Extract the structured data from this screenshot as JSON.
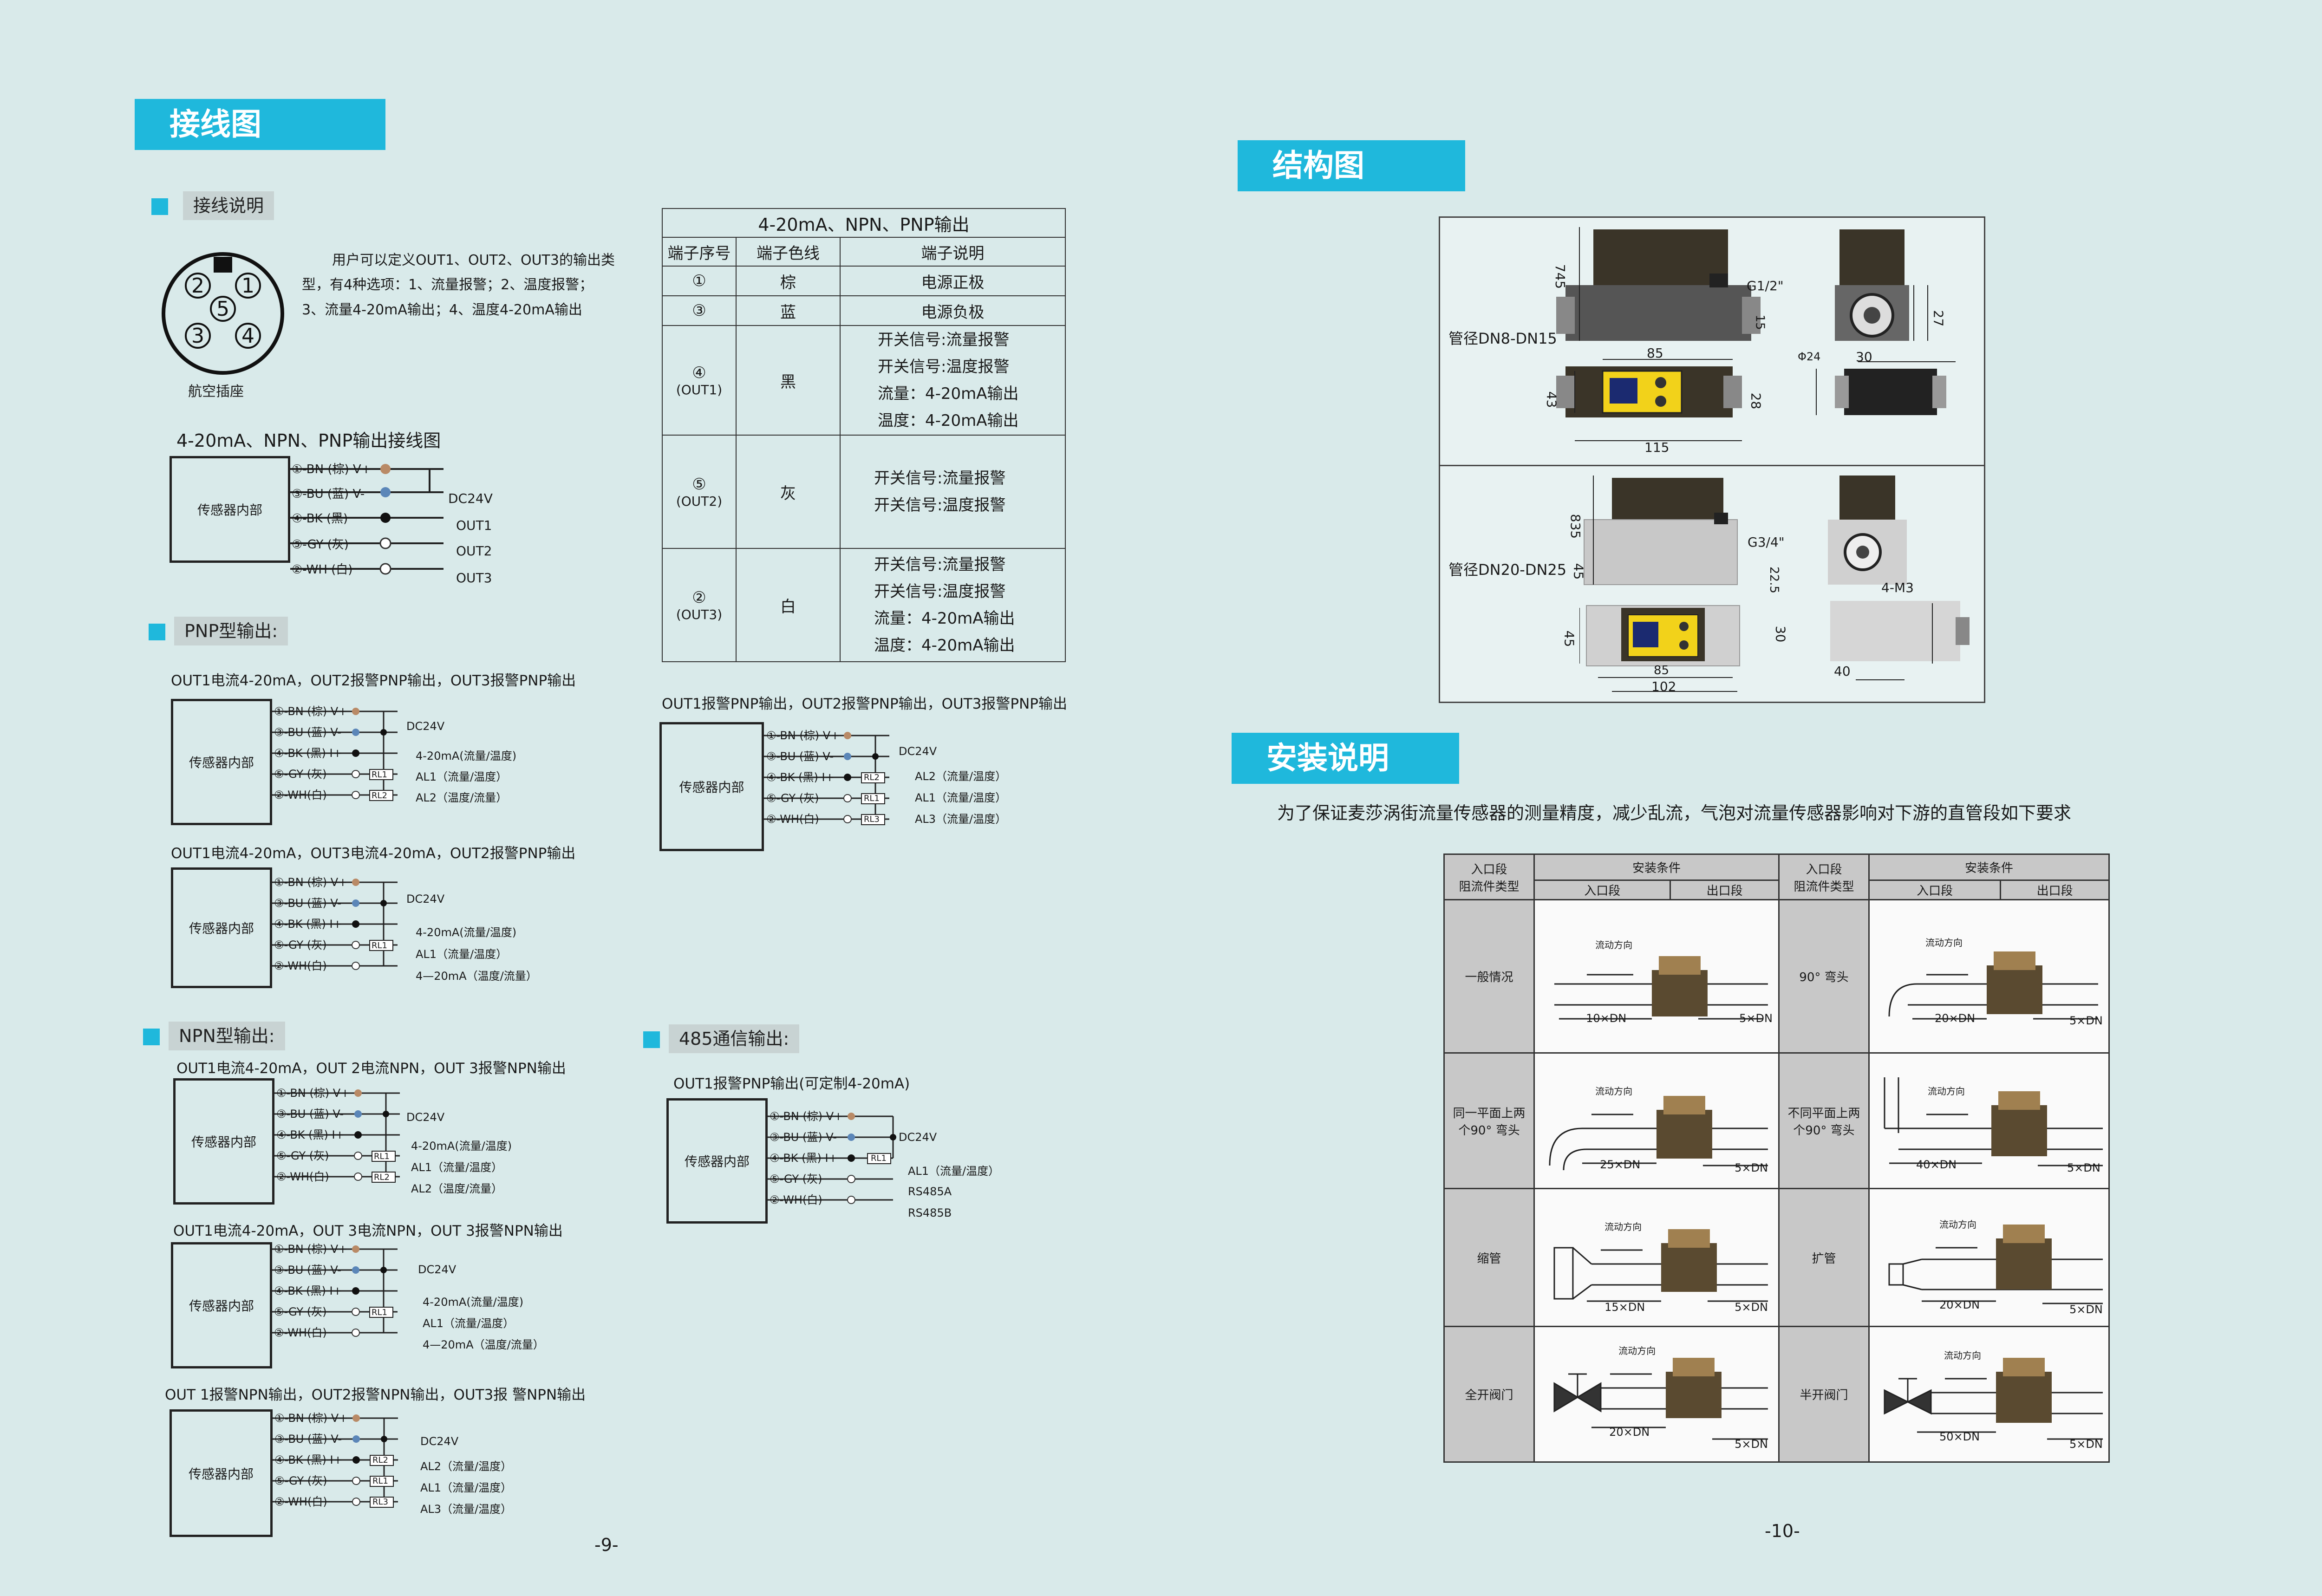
{
  "left": {
    "banner": "接线图",
    "wiring_desc": {
      "label": "接线说明",
      "text": [
        "用户可以定义OUT1、OUT2、OUT3的输出类",
        "型，有4种选项：1、流量报警；2、温度报警；",
        "3、流量4-20mA输出；4、温度4-20mA输出"
      ],
      "connector_label": "航空插座",
      "pins": [
        "①",
        "②",
        "③",
        "④",
        "⑤"
      ]
    },
    "main_diagram": {
      "title": "4-20mA、NPN、PNP输出接线图",
      "box": "传感器内部",
      "wires": [
        "①-BN (棕) V+",
        "③-BU (蓝) V-",
        "④-BK (黑)",
        "⑤-GY (灰)",
        "②-WH (白)"
      ],
      "outputs": [
        "DC24V",
        "OUT1",
        "OUT2",
        "OUT3"
      ]
    },
    "table": {
      "title": "4-20mA、NPN、PNP输出",
      "headers": [
        "端子序号",
        "端子色线",
        "端子说明"
      ],
      "rows": [
        {
          "num": "①",
          "sub": "",
          "color": "棕",
          "desc": [
            "电源正极"
          ]
        },
        {
          "num": "③",
          "sub": "",
          "color": "蓝",
          "desc": [
            "电源负极"
          ]
        },
        {
          "num": "④",
          "sub": "(OUT1)",
          "color": "黑",
          "desc": [
            "开关信号:流量报警",
            "开关信号:温度报警",
            "流量：4-20mA输出",
            "温度：4-20mA输出"
          ]
        },
        {
          "num": "⑤",
          "sub": "(OUT2)",
          "color": "灰",
          "desc": [
            "开关信号:流量报警",
            "开关信号:温度报警"
          ]
        },
        {
          "num": "②",
          "sub": "(OUT3)",
          "color": "白",
          "desc": [
            "开关信号:流量报警",
            "开关信号:温度报警",
            "流量：4-20mA输出",
            "温度：4-20mA输出"
          ]
        }
      ]
    },
    "pnp": {
      "label": "PNP型输出:",
      "d1": {
        "title": "OUT1电流4-20mA，OUT2报警PNP输出，OUT3报警PNP输出",
        "outs": [
          "DC24V",
          "4-20mA(流量/温度)",
          "AL1（流量/温度）",
          "AL2（温度/流量）"
        ],
        "relays": [
          "RL1",
          "RL2"
        ]
      },
      "d2": {
        "title": "OUT1电流4-20mA，OUT3电流4-20mA，OUT2报警PNP输出",
        "outs": [
          "DC24V",
          "4-20mA(流量/温度)",
          "AL1（流量/温度）",
          "4—20mA（温度/流量）"
        ],
        "relays": [
          "RL1"
        ]
      },
      "d3": {
        "title": "OUT1报警PNP输出，OUT2报警PNP输出，OUT3报警PNP输出",
        "outs": [
          "DC24V",
          "AL2（流量/温度）",
          "AL1（流量/温度）",
          "AL3（流量/温度）"
        ],
        "relays": [
          "RL2",
          "RL1",
          "RL3"
        ]
      }
    },
    "npn": {
      "label": "NPN型输出:",
      "d1": {
        "title": "OUT1电流4-20mA，OUT 2电流NPN，OUT 3报警NPN输出",
        "outs": [
          "DC24V",
          "4-20mA(流量/温度)",
          "AL1（流量/温度）",
          "AL2（温度/流量）"
        ],
        "relays": [
          "RL1",
          "RL2"
        ]
      },
      "d2": {
        "title": "OUT1电流4-20mA，OUT 3电流NPN，OUT 3报警NPN输出",
        "outs": [
          "DC24V",
          "4-20mA(流量/温度)",
          "AL1（流量/温度）",
          "4—20mA（温度/流量）"
        ],
        "relays": [
          "RL1"
        ]
      },
      "d3": {
        "title": "OUT 1报警NPN输出，OUT2报警NPN输出，OUT3报 警NPN输出",
        "outs": [
          "DC24V",
          "AL2（流量/温度）",
          "AL1（流量/温度）",
          "AL3（流量/温度）"
        ],
        "relays": [
          "RL2",
          "RL1",
          "RL3"
        ]
      }
    },
    "rs485": {
      "label": "485通信输出:",
      "title": "OUT1报警PNP输出(可定制4-20mA)",
      "outs": [
        "DC24V",
        "AL1（流量/温度）",
        "RS485A",
        "RS485B"
      ],
      "relays": [
        "RL1"
      ]
    },
    "short_wires": [
      "①-BN (棕) V+",
      "③-BU (蓝) V-",
      "④-BK (黑) I+",
      "⑤-GY (灰)",
      "②-WH(白)"
    ],
    "page_num": "-9-"
  },
  "right": {
    "banner1": "结构图",
    "structure": {
      "label1": "管径DN8-DN15",
      "label2": "管径DN20-DN25",
      "dims1": [
        "745",
        "G1/2\"",
        "15",
        "27",
        "85",
        "Φ24",
        "30",
        "43",
        "28",
        "115"
      ],
      "dims2": [
        "835",
        "45",
        "G3/4\"",
        "22.5",
        "4-M3",
        "45",
        "85",
        "102",
        "30",
        "40"
      ]
    },
    "banner2": "安装说明",
    "install_text": "为了保证麦莎涡街流量传感器的测量精度，减少乱流，气泡对流量传感器影响对下游的直管段如下要求",
    "install_table": {
      "h_type": "入口段",
      "h_type2": "阻流件类型",
      "h_cond": "安装条件",
      "h_in": "入口段",
      "h_out": "出口段",
      "flow_label": "流动方向",
      "rows": [
        [
          {
            "name": "一般情况",
            "in": "10×DN",
            "out": "5×DN"
          },
          {
            "name": "90°  弯头",
            "in": "20×DN",
            "out": "5×DN"
          }
        ],
        [
          {
            "name": "同一平面上两个90° 弯头",
            "in": "25×DN",
            "out": "5×DN"
          },
          {
            "name": "不同平面上两个90° 弯头",
            "in": "40×DN",
            "out": "5×DN"
          }
        ],
        [
          {
            "name": "缩管",
            "in": "15×DN",
            "out": "5×DN"
          },
          {
            "name": "扩管",
            "in": "20×DN",
            "out": "5×DN"
          }
        ],
        [
          {
            "name": "全开阀门",
            "in": "20×DN",
            "out": "5×DN"
          },
          {
            "name": "半开阀门",
            "in": "50×DN",
            "out": "5×DN"
          }
        ]
      ]
    },
    "page_num": "-10-"
  }
}
